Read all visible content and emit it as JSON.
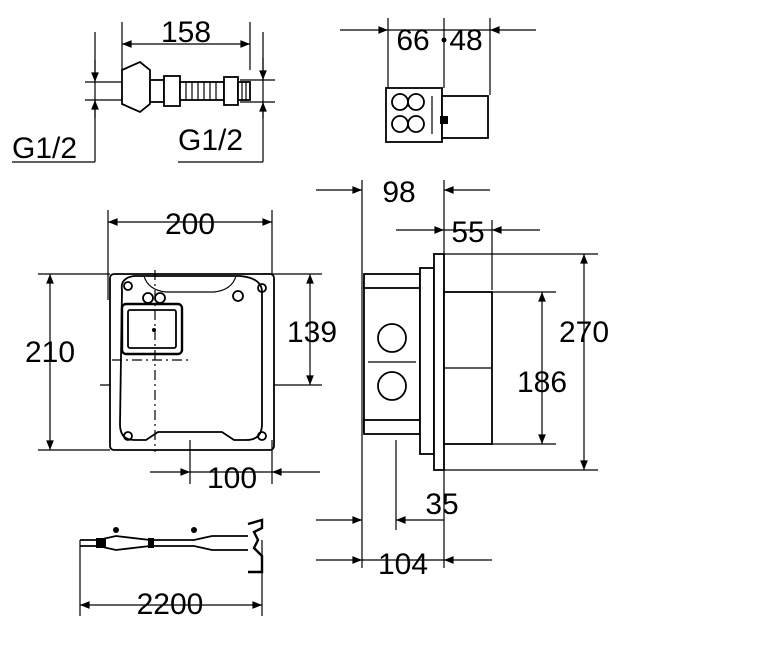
{
  "dimensions": {
    "fitting_width": "158",
    "fitting_thread_left": "G1/2",
    "fitting_thread_right": "G1/2",
    "box_depth_a": "66",
    "box_depth_b": "48",
    "front_width": "200",
    "front_height": "210",
    "inner_height": "139",
    "offset_bottom": "100",
    "side_depth_top": "98",
    "side_depth_mid": "55",
    "side_height": "270",
    "side_inner_height": "186",
    "side_flange": "35",
    "side_depth_bottom": "104",
    "cable_length": "2200"
  }
}
